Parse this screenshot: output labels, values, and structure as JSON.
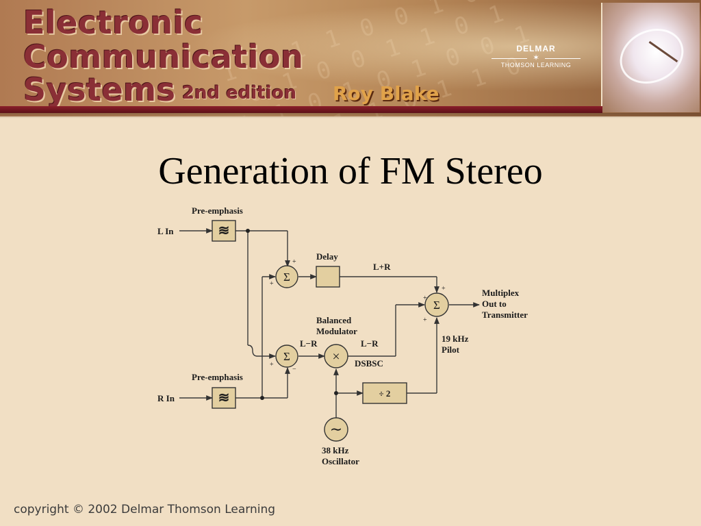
{
  "banner": {
    "title_line1": "Electronic",
    "title_line2": "Communication",
    "title_line3": "Systems",
    "edition": "2nd edition",
    "author": "Roy Blake",
    "publisher_name": "DELMAR",
    "publisher_sub": "THOMSON LEARNING"
  },
  "slide": {
    "title": "Generation of FM Stereo"
  },
  "diagram": {
    "pre_emphasis_top": "Pre-emphasis",
    "pre_emphasis_bottom": "Pre-emphasis",
    "l_in": "L In",
    "r_in": "R In",
    "delay": "Delay",
    "l_plus_r": "L+R",
    "l_minus_r_1": "L−R",
    "l_minus_r_2": "L−R",
    "balanced_modulator_1": "Balanced",
    "balanced_modulator_2": "Modulator",
    "dsbsc": "DSBSC",
    "divide_by_two": "÷ 2",
    "pilot_1": "19 kHz",
    "pilot_2": "Pilot",
    "multiplex_1": "Multiplex",
    "multiplex_2": "Out to",
    "multiplex_3": "Transmitter",
    "oscillator_1": "38 kHz",
    "oscillator_2": "Oscillator",
    "sigma": "Σ",
    "times": "×",
    "sine": "∼",
    "plus": "+",
    "minus": "−"
  },
  "footer": {
    "copyright": "copyright © 2002 Delmar Thomson Learning"
  }
}
